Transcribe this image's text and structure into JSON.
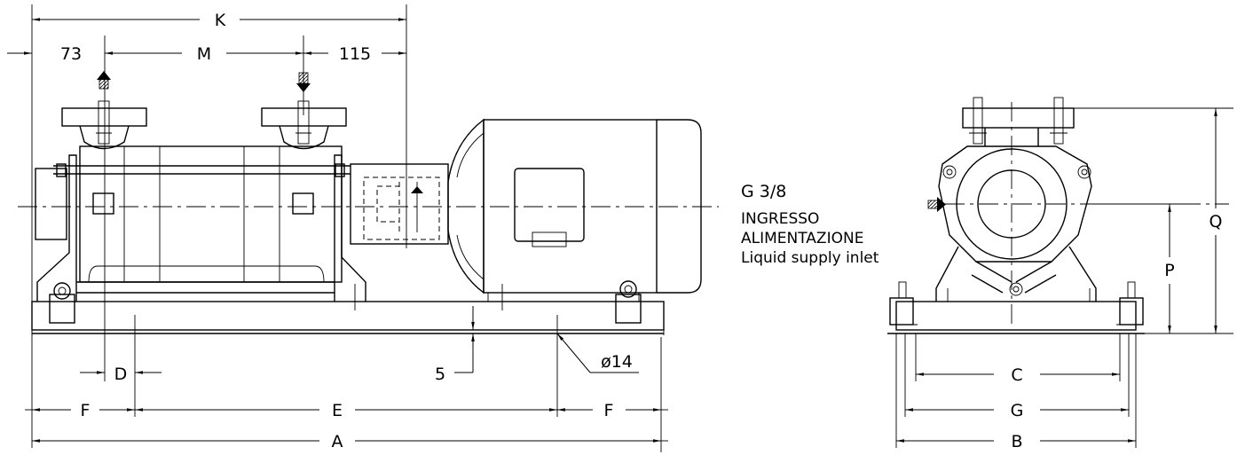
{
  "dimensions": {
    "K": "K",
    "d73": "73",
    "M": "M",
    "d115": "115",
    "D": "D",
    "d5": "5",
    "phi14": "ø14",
    "F_left": "F",
    "E": "E",
    "F_right": "F",
    "A": "A",
    "C": "C",
    "G": "G",
    "B": "B",
    "P": "P",
    "Q": "Q"
  },
  "inlet": {
    "size": "G 3/8",
    "label_it_1": "INGRESSO",
    "label_it_2": "ALIMENTAZIONE",
    "label_en": "Liquid supply inlet"
  },
  "colors": {
    "line": "#000000",
    "background": "#ffffff"
  }
}
